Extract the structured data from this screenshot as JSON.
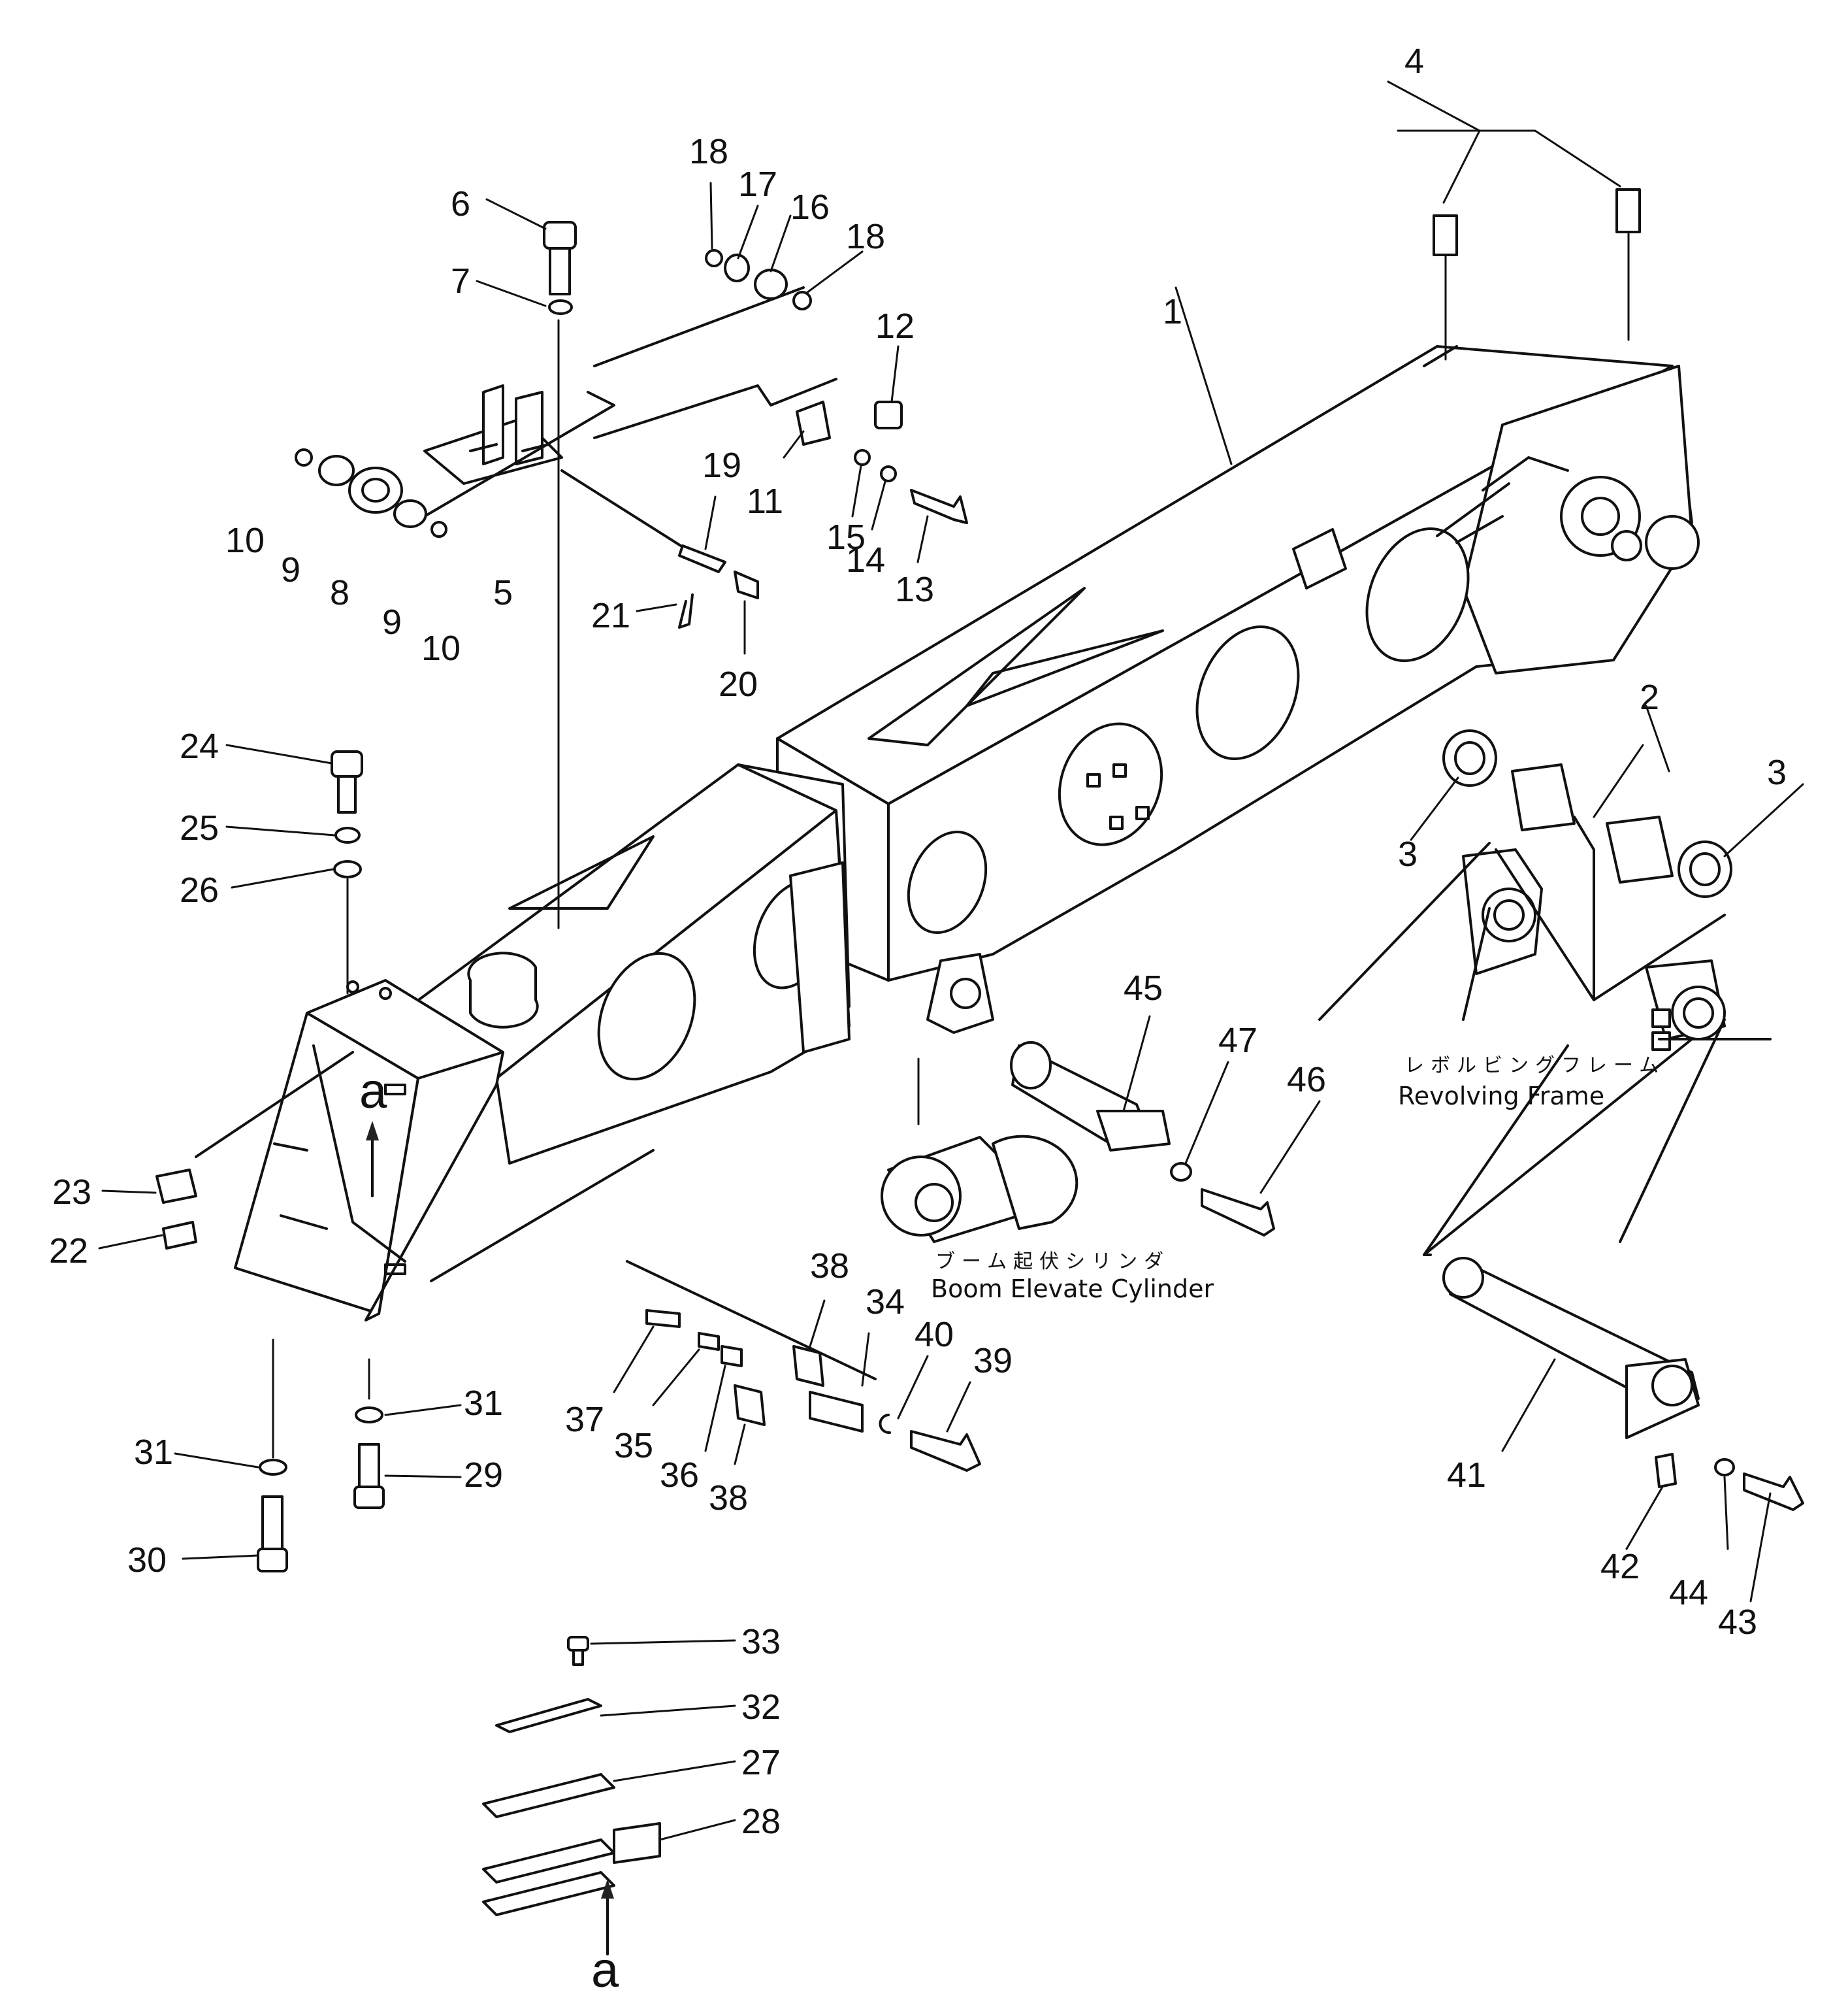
{
  "callouts": {
    "n1": "1",
    "n2": "2",
    "n3a": "3",
    "n3b": "3",
    "n4": "4",
    "n5": "5",
    "n6": "6",
    "n7": "7",
    "n8": "8",
    "n9a": "9",
    "n9b": "9",
    "n10a": "10",
    "n10b": "10",
    "n11": "11",
    "n12": "12",
    "n13": "13",
    "n14": "14",
    "n15": "15",
    "n16": "16",
    "n17": "17",
    "n18a": "18",
    "n18b": "18",
    "n19": "19",
    "n20": "20",
    "n21": "21",
    "n22": "22",
    "n23": "23",
    "n24": "24",
    "n25": "25",
    "n26": "26",
    "n27": "27",
    "n28": "28",
    "n29": "29",
    "n30": "30",
    "n31a": "31",
    "n31b": "31",
    "n32": "32",
    "n33": "33",
    "n34": "34",
    "n35": "35",
    "n36": "36",
    "n37": "37",
    "n38a": "38",
    "n38b": "38",
    "n39": "39",
    "n40": "40",
    "n41": "41",
    "n42": "42",
    "n43": "43",
    "n44": "44",
    "n45": "45",
    "n46": "46",
    "n47": "47"
  },
  "labels": {
    "revolving_frame_jp": "レボルビングフレーム",
    "revolving_frame_en": "Revolving Frame",
    "boom_cylinder_jp": "ブーム起伏シリンダ",
    "boom_cylinder_en": "Boom Elevate Cylinder"
  },
  "view_markers": {
    "upper": "a",
    "lower": "a"
  }
}
